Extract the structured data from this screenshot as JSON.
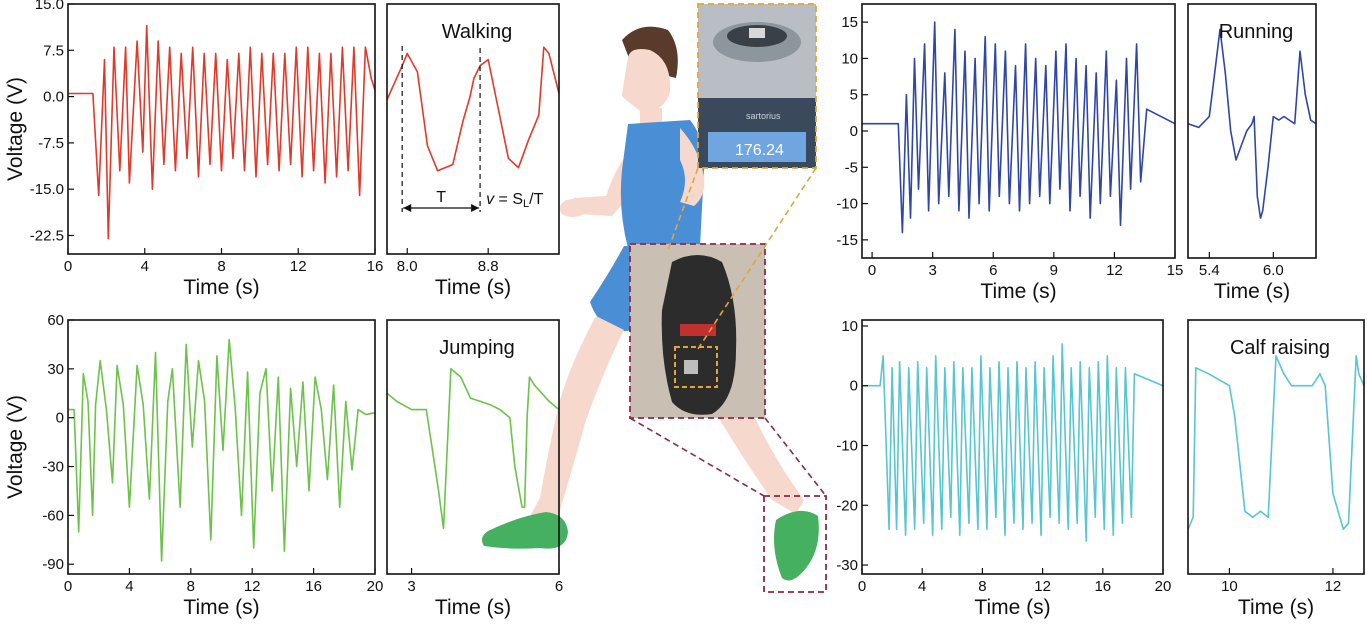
{
  "colors": {
    "walking": "#e03a2a",
    "jumping": "#6cc24a",
    "running": "#2f46a8",
    "calf": "#56c6d0",
    "inset_border": "#e0a63a",
    "zoom_border": "#8a2a4a",
    "runner_skin": "#f6d8cc",
    "runner_shirt": "#4a8fd6",
    "runner_shoe": "#44b060",
    "runner_hair": "#5a3a2a"
  },
  "inset": {
    "scale_brand": "sartorius",
    "scale_reading": "176.24"
  },
  "chart_data": [
    {
      "id": "walking-full",
      "type": "line",
      "xlabel": "Time (s)",
      "ylabel": "Voltage (V)",
      "xlim": [
        0,
        16
      ],
      "ylim": [
        -25.5,
        15
      ],
      "xticks": [
        0,
        4,
        8,
        12,
        16
      ],
      "xticklabels": [
        "0",
        "4",
        "8",
        "12",
        "16"
      ],
      "yticks": [
        15,
        7.5,
        0,
        -7.5,
        -15,
        -22.5
      ],
      "yticklabels": [
        "15.0",
        "7.5",
        "0.0",
        "-7.5",
        "-15.0",
        "-22.5"
      ],
      "grid": false,
      "series": [
        {
          "x": [
            0,
            1.3,
            1.6,
            1.9,
            2.1,
            2.4,
            2.7,
            3.0,
            3.2,
            3.6,
            3.9,
            4.1,
            4.4,
            4.7,
            5.0,
            5.3,
            5.6,
            5.9,
            6.2,
            6.5,
            6.8,
            7.1,
            7.4,
            7.7,
            8.0,
            8.3,
            8.6,
            8.9,
            9.2,
            9.5,
            9.8,
            10.1,
            10.4,
            10.7,
            11.0,
            11.3,
            11.6,
            11.9,
            12.2,
            12.5,
            12.8,
            13.1,
            13.4,
            13.7,
            14.0,
            14.3,
            14.6,
            14.9,
            15.2,
            15.5,
            15.8,
            16.0
          ],
          "y": [
            0.5,
            0.5,
            -16,
            6,
            -23,
            8,
            -12,
            8,
            -14,
            9,
            -9,
            11.5,
            -15,
            9,
            -11,
            8,
            -12,
            7,
            -10,
            8,
            -13,
            7,
            -11,
            7,
            -12,
            6,
            -10,
            7,
            -12,
            8,
            -13,
            7,
            -11,
            7,
            -12,
            7,
            -11,
            8,
            -13,
            8,
            -12,
            7,
            -14,
            7,
            -13,
            8,
            -12,
            8,
            -16,
            8,
            3,
            1
          ]
        }
      ]
    },
    {
      "id": "walking-zoom",
      "type": "line",
      "title": "Walking",
      "xlabel": "Time (s)",
      "xlim": [
        7.8,
        9.5
      ],
      "ylim": [
        -25.5,
        15
      ],
      "xticks": [
        8.0,
        8.8
      ],
      "xticklabels": [
        "8.0",
        "8.8"
      ],
      "grid": false,
      "annotations": {
        "period_label": "T",
        "formula_prefix": "v",
        "formula_body": " = S",
        "formula_sub": "L",
        "formula_end": "/T"
      },
      "series": [
        {
          "x": [
            7.8,
            7.95,
            8.0,
            8.1,
            8.2,
            8.3,
            8.45,
            8.55,
            8.62,
            8.66,
            8.72,
            8.8,
            8.9,
            9.0,
            9.1,
            9.2,
            9.3,
            9.35,
            9.4,
            9.5
          ],
          "y": [
            -0.5,
            5,
            7,
            4,
            -8,
            -12,
            -11,
            -4,
            0,
            3,
            5,
            6,
            -2,
            -10,
            -11.5,
            -7,
            -3,
            8,
            7,
            0.5
          ]
        }
      ]
    },
    {
      "id": "jumping-full",
      "type": "line",
      "xlabel": "Time (s)",
      "ylabel": "Voltage (V)",
      "xlim": [
        0,
        20
      ],
      "ylim": [
        -96,
        60
      ],
      "xticks": [
        0,
        4,
        8,
        12,
        16,
        20
      ],
      "xticklabels": [
        "0",
        "4",
        "8",
        "12",
        "16",
        "20"
      ],
      "yticks": [
        60,
        30,
        0,
        -30,
        -60,
        -90
      ],
      "yticklabels": [
        "60",
        "30",
        "0",
        "-30",
        "-60",
        "-90"
      ],
      "grid": false,
      "series": [
        {
          "x": [
            0,
            0.4,
            0.7,
            1.0,
            1.3,
            1.6,
            1.8,
            2.1,
            2.5,
            2.9,
            3.2,
            3.6,
            4.0,
            4.5,
            4.9,
            5.3,
            5.7,
            6.1,
            6.5,
            6.8,
            7.3,
            7.7,
            8.1,
            8.5,
            8.9,
            9.3,
            9.7,
            10.1,
            10.5,
            10.9,
            11.3,
            11.7,
            12.1,
            12.5,
            12.9,
            13.3,
            13.7,
            14.1,
            14.5,
            14.9,
            15.3,
            15.7,
            16.1,
            16.5,
            16.9,
            17.3,
            17.7,
            18.1,
            18.5,
            18.9,
            19.4,
            20.0
          ],
          "y": [
            5,
            5,
            -70,
            27,
            10,
            -60,
            8,
            35,
            5,
            -40,
            32,
            8,
            -55,
            32,
            8,
            -50,
            40,
            -88,
            10,
            30,
            -55,
            45,
            -18,
            35,
            10,
            -75,
            38,
            -20,
            48,
            5,
            -60,
            28,
            -80,
            15,
            30,
            -45,
            25,
            -82,
            18,
            -30,
            22,
            -45,
            25,
            5,
            -38,
            20,
            -55,
            10,
            -32,
            5,
            2,
            3
          ]
        }
      ]
    },
    {
      "id": "jumping-zoom",
      "type": "line",
      "title": "Jumping",
      "xlabel": "Time (s)",
      "xlim": [
        2.5,
        6.0
      ],
      "ylim": [
        -96,
        60
      ],
      "xticks": [
        3,
        6
      ],
      "xticklabels": [
        "3",
        "6"
      ],
      "grid": false,
      "series": [
        {
          "x": [
            2.5,
            2.7,
            3.0,
            3.3,
            3.45,
            3.55,
            3.65,
            3.8,
            4.0,
            4.2,
            4.4,
            4.6,
            4.8,
            5.0,
            5.1,
            5.25,
            5.3,
            5.35,
            5.4,
            5.5,
            5.8,
            6.0
          ],
          "y": [
            15,
            10,
            5,
            5,
            -25,
            -45,
            -68,
            30,
            25,
            12,
            10,
            8,
            5,
            0,
            -30,
            -55,
            -55,
            0,
            25,
            20,
            10,
            5
          ]
        }
      ]
    },
    {
      "id": "running-full",
      "type": "line",
      "xlabel": "Time (s)",
      "xlim": [
        -0.5,
        15
      ],
      "ylim": [
        -17.5,
        17.5
      ],
      "xticks": [
        0,
        3,
        6,
        9,
        12,
        15
      ],
      "xticklabels": [
        "0",
        "3",
        "6",
        "9",
        "12",
        "15"
      ],
      "yticks": [
        15,
        10,
        5,
        0,
        -5,
        -10,
        -15
      ],
      "yticklabels": [
        "15",
        "10",
        "5",
        "0",
        "-5",
        "-10",
        "-15"
      ],
      "grid": false,
      "series": [
        {
          "x": [
            -0.5,
            1.3,
            1.5,
            1.7,
            1.9,
            2.1,
            2.3,
            2.6,
            2.8,
            3.1,
            3.3,
            3.6,
            3.8,
            4.1,
            4.3,
            4.6,
            4.8,
            5.1,
            5.3,
            5.6,
            5.8,
            6.1,
            6.3,
            6.6,
            6.8,
            7.1,
            7.3,
            7.6,
            7.8,
            8.1,
            8.3,
            8.6,
            8.8,
            9.1,
            9.3,
            9.6,
            9.8,
            10.1,
            10.3,
            10.6,
            10.8,
            11.1,
            11.3,
            11.6,
            11.8,
            12.1,
            12.3,
            12.6,
            12.8,
            13.1,
            13.3,
            13.6,
            15.0
          ],
          "y": [
            1,
            1,
            -14,
            5,
            -12,
            10,
            -8,
            12,
            -11,
            15,
            -10,
            8,
            -9,
            14,
            -11,
            11,
            -12,
            10,
            -10,
            13,
            -11,
            12,
            -9,
            11,
            -10,
            9,
            -11,
            12,
            -10,
            10,
            -9,
            9,
            -10,
            11,
            -8,
            12,
            -11,
            10,
            -9,
            9,
            -12,
            8,
            -10,
            11,
            -9,
            7,
            -13,
            10,
            -8,
            12,
            -7,
            3,
            1
          ]
        }
      ]
    },
    {
      "id": "running-zoom",
      "type": "line",
      "title": "Running",
      "xlabel": "Time (s)",
      "xlim": [
        5.2,
        6.4
      ],
      "ylim": [
        -17.5,
        17.5
      ],
      "xticks": [
        5.4,
        6.0
      ],
      "xticklabels": [
        "5.4",
        "6.0"
      ],
      "grid": false,
      "series": [
        {
          "x": [
            5.2,
            5.3,
            5.4,
            5.45,
            5.5,
            5.55,
            5.6,
            5.65,
            5.7,
            5.75,
            5.8,
            5.82,
            5.85,
            5.88,
            5.9,
            5.95,
            6.0,
            6.05,
            6.1,
            6.15,
            6.2,
            6.25,
            6.3,
            6.35,
            6.4
          ],
          "y": [
            1,
            0.5,
            2,
            8,
            14,
            8,
            0,
            -4,
            -2,
            0,
            1,
            2,
            -9,
            -12,
            -11,
            -5,
            2,
            1.5,
            2,
            1.5,
            1,
            11,
            5,
            1.5,
            1
          ]
        }
      ]
    },
    {
      "id": "calf-full",
      "type": "line",
      "xlabel": "Time (s)",
      "xlim": [
        0,
        20
      ],
      "ylim": [
        -31.5,
        11
      ],
      "xticks": [
        0,
        4,
        8,
        12,
        16,
        20
      ],
      "xticklabels": [
        "0",
        "4",
        "8",
        "12",
        "16",
        "20"
      ],
      "yticks": [
        10,
        0,
        -10,
        -20,
        -30
      ],
      "yticklabels": [
        "10",
        "0",
        "-10",
        "-20",
        "-30"
      ],
      "grid": false,
      "series": [
        {
          "x": [
            0,
            1.2,
            1.4,
            1.8,
            2.0,
            2.3,
            2.5,
            2.9,
            3.1,
            3.5,
            3.7,
            4.1,
            4.3,
            4.7,
            4.9,
            5.3,
            5.5,
            5.9,
            6.1,
            6.5,
            6.7,
            7.1,
            7.3,
            7.7,
            7.9,
            8.3,
            8.5,
            8.9,
            9.1,
            9.5,
            9.7,
            10.1,
            10.3,
            10.7,
            10.9,
            11.3,
            11.5,
            11.9,
            12.1,
            12.5,
            12.7,
            13.1,
            13.3,
            13.7,
            13.9,
            14.3,
            14.5,
            14.9,
            15.1,
            15.5,
            15.7,
            16.1,
            16.3,
            16.7,
            16.9,
            17.3,
            17.5,
            17.9,
            18.1,
            20.0
          ],
          "y": [
            0,
            0,
            5,
            -24,
            3,
            -24,
            4,
            -25,
            3,
            -24,
            4,
            -23,
            3,
            -25,
            5,
            -24,
            3,
            -22,
            4,
            -25,
            3,
            -23,
            3,
            -24,
            5,
            -24,
            3,
            -22,
            4,
            -25,
            3,
            -23,
            4,
            -24,
            3,
            -23,
            4,
            -25,
            3,
            -22,
            5,
            -23,
            7,
            -24,
            3,
            -23,
            4,
            -26,
            3,
            -22,
            4,
            -24,
            5,
            -25,
            3,
            -23,
            3,
            -22,
            2,
            0
          ]
        }
      ]
    },
    {
      "id": "calf-zoom",
      "type": "line",
      "title": "Calf raising",
      "xlabel": "Time (s)",
      "xlim": [
        9.2,
        12.6
      ],
      "ylim": [
        -31.5,
        11
      ],
      "xticks": [
        10,
        12
      ],
      "xticklabels": [
        "10",
        "12"
      ],
      "grid": false,
      "series": [
        {
          "x": [
            9.2,
            9.3,
            9.35,
            9.6,
            10.0,
            10.1,
            10.3,
            10.45,
            10.6,
            10.75,
            10.9,
            11.05,
            11.2,
            11.3,
            11.45,
            11.6,
            11.75,
            11.85,
            12.0,
            12.2,
            12.3,
            12.45,
            12.5,
            12.6
          ],
          "y": [
            -24,
            -22,
            3,
            2,
            0,
            -5,
            -21,
            -22,
            -21,
            -22,
            5,
            2,
            0,
            0,
            0,
            0,
            2,
            0,
            -18,
            -24,
            -23,
            5,
            2,
            0
          ]
        }
      ]
    }
  ]
}
